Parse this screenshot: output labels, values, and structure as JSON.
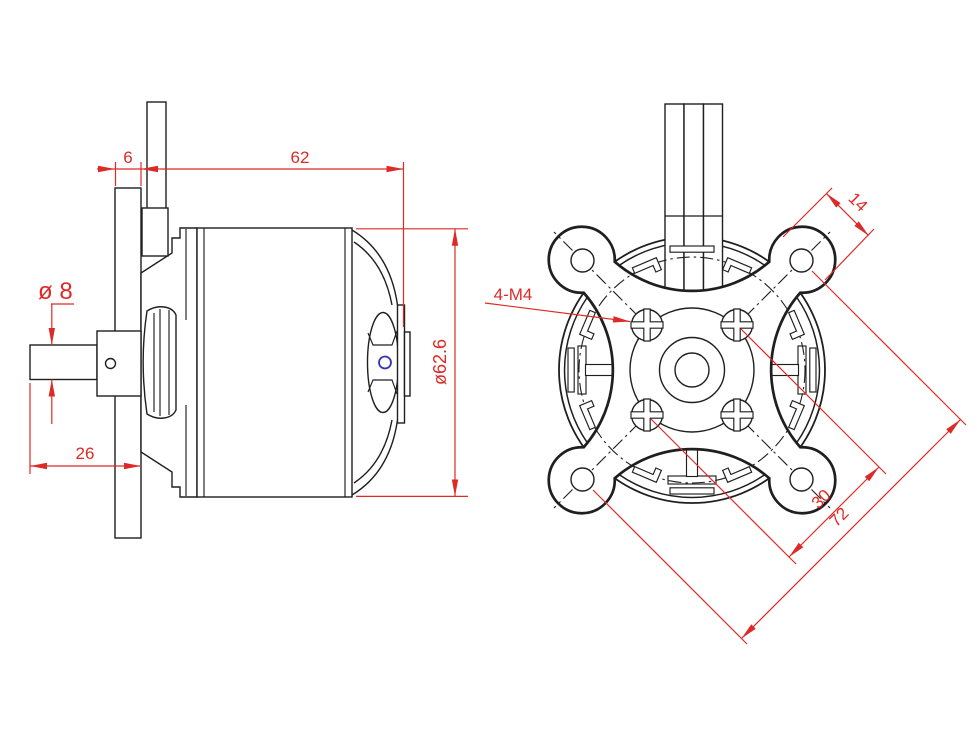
{
  "colors": {
    "background": "#ffffff",
    "line": "#1f1f1f",
    "dimension": "#de2a26",
    "shaft_hole_accent": "#3137b0"
  },
  "side_view": {
    "dimensions": {
      "mount_plate_thickness": "6",
      "body_length": "62",
      "shaft_diameter": "ø 8",
      "shaft_length": "26",
      "body_diameter": "ø62.6"
    }
  },
  "front_view": {
    "dimensions": {
      "mount_ear_width": "14",
      "screw_hole_diagonal": "30",
      "mount_hole_diagonal": "72"
    },
    "labels": {
      "mount_screw_thread": "4-M4"
    }
  }
}
